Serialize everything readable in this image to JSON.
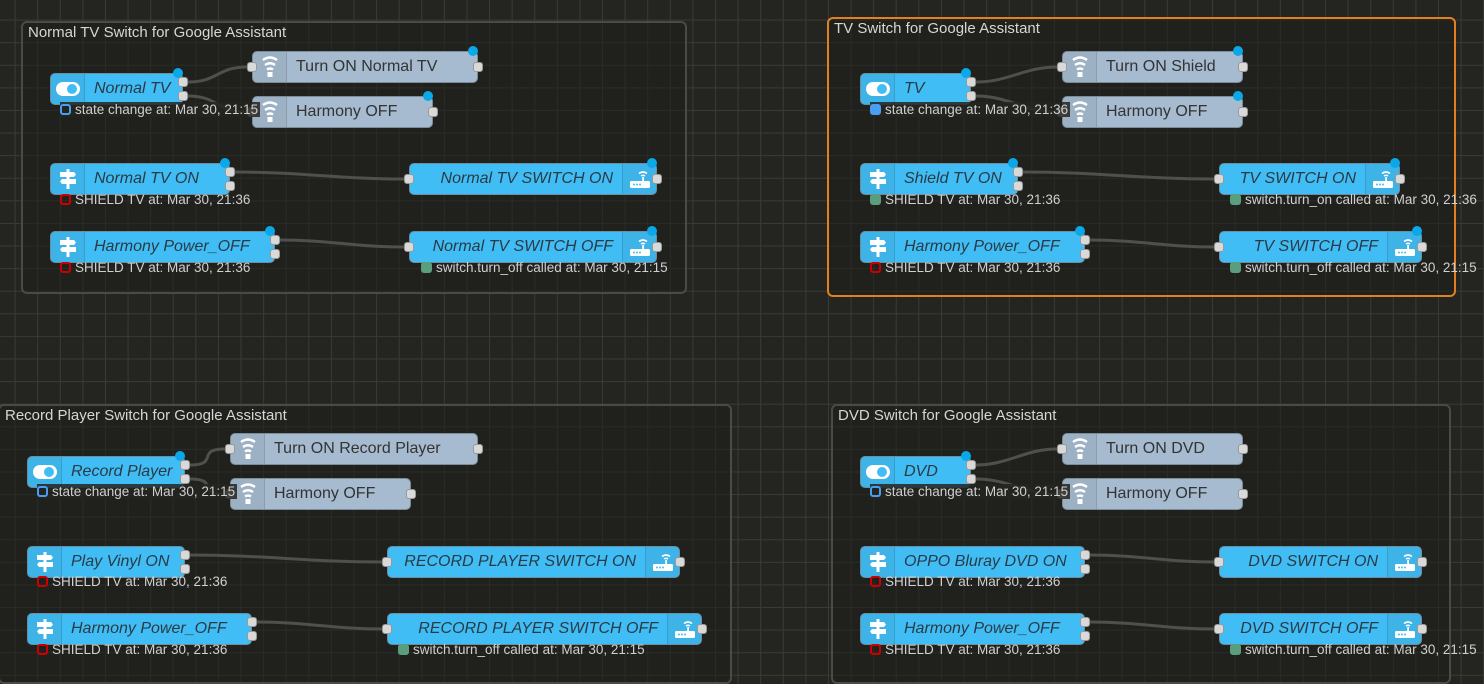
{
  "groups": [
    {
      "title": "Normal TV Switch for Google Assistant",
      "selected": false,
      "state_node": {
        "label": "Normal TV",
        "status": "state change at: Mar 30, 21:15",
        "status_type": "ring-blue"
      },
      "actions": [
        {
          "label": "Turn ON Normal TV"
        },
        {
          "label": "Harmony OFF"
        }
      ],
      "rows": [
        {
          "trigger": "Normal TV ON",
          "trigger_status": "SHIELD TV at: Mar 30, 21:36",
          "trigger_status_type": "ring-red",
          "service": "Normal TV SWITCH ON",
          "service_status": "",
          "service_status_type": ""
        },
        {
          "trigger": "Harmony Power_OFF",
          "trigger_status": "SHIELD TV at: Mar 30, 21:36",
          "trigger_status_type": "ring-red",
          "service": "Normal TV SWITCH OFF",
          "service_status": "switch.turn_off called at: Mar 30, 21:15",
          "service_status_type": "fill-green"
        }
      ]
    },
    {
      "title": "TV Switch for Google Assistant",
      "selected": true,
      "state_node": {
        "label": "TV",
        "status": "state change at: Mar 30, 21:36",
        "status_type": "fill-blue"
      },
      "actions": [
        {
          "label": "Turn ON Shield"
        },
        {
          "label": "Harmony OFF"
        }
      ],
      "rows": [
        {
          "trigger": "Shield TV ON",
          "trigger_status": "SHIELD TV at: Mar 30, 21:36",
          "trigger_status_type": "fill-green",
          "service": "TV SWITCH ON",
          "service_status": "switch.turn_on called at: Mar 30, 21:36",
          "service_status_type": "fill-green"
        },
        {
          "trigger": "Harmony Power_OFF",
          "trigger_status": "SHIELD TV at: Mar 30, 21:36",
          "trigger_status_type": "ring-red",
          "service": "TV SWITCH OFF",
          "service_status": "switch.turn_off called at: Mar 30, 21:15",
          "service_status_type": "fill-green"
        }
      ]
    },
    {
      "title": "Record Player Switch for Google Assistant",
      "selected": false,
      "state_node": {
        "label": "Record Player",
        "status": "state change at: Mar 30, 21:15",
        "status_type": "ring-blue"
      },
      "actions": [
        {
          "label": "Turn ON Record Player"
        },
        {
          "label": "Harmony OFF"
        }
      ],
      "rows": [
        {
          "trigger": "Play Vinyl ON",
          "trigger_status": "SHIELD TV at: Mar 30, 21:36",
          "trigger_status_type": "ring-red",
          "service": "RECORD PLAYER SWITCH ON",
          "service_status": "",
          "service_status_type": ""
        },
        {
          "trigger": "Harmony Power_OFF",
          "trigger_status": "SHIELD TV at: Mar 30, 21:36",
          "trigger_status_type": "ring-red",
          "service": "RECORD PLAYER SWITCH OFF",
          "service_status": "switch.turn_off called at: Mar 30, 21:15",
          "service_status_type": "fill-green"
        }
      ]
    },
    {
      "title": "DVD Switch for Google Assistant",
      "selected": false,
      "state_node": {
        "label": "DVD",
        "status": "state change at: Mar 30, 21:15",
        "status_type": "ring-blue"
      },
      "actions": [
        {
          "label": "Turn ON DVD"
        },
        {
          "label": "Harmony OFF"
        }
      ],
      "rows": [
        {
          "trigger": "OPPO Bluray DVD ON",
          "trigger_status": "SHIELD TV at: Mar 30, 21:36",
          "trigger_status_type": "ring-red",
          "service": "DVD SWITCH ON",
          "service_status": "",
          "service_status_type": ""
        },
        {
          "trigger": "Harmony Power_OFF",
          "trigger_status": "SHIELD TV at: Mar 30, 21:36",
          "trigger_status_type": "ring-red",
          "service": "DVD SWITCH OFF",
          "service_status": "switch.turn_off called at: Mar 30, 21:15",
          "service_status_type": "fill-green"
        }
      ]
    }
  ],
  "colors": {
    "entity_node": "#41bdf5",
    "action_node": "#a6bbcf",
    "selected_group_border": "#e0801f",
    "changed_dot": "#0aa8e8",
    "status_green": "#5a9e7d",
    "status_red": "#cc0000",
    "status_blue": "#4a9ef2"
  }
}
